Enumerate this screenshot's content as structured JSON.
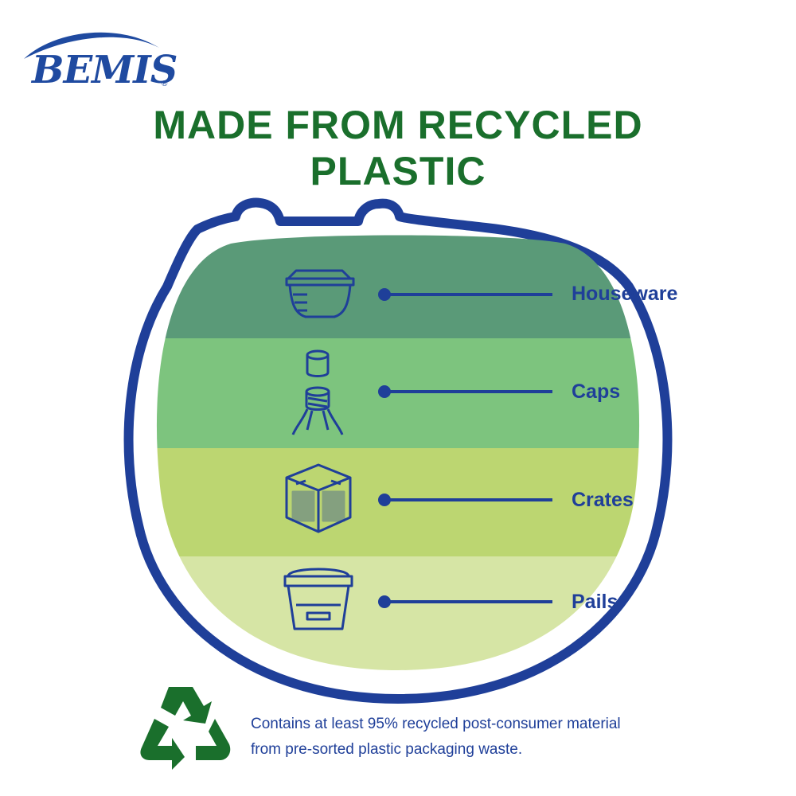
{
  "brand": {
    "name": "BEMIS",
    "trademark": "®",
    "color": "#1f4aa0"
  },
  "title": {
    "line1": "MADE FROM RECYCLED",
    "line2": "PLASTIC",
    "color": "#1a6f2c"
  },
  "layers": [
    {
      "label": "Houseware",
      "icon": "houseware-container-icon",
      "color": "#5a9a78"
    },
    {
      "label": "Caps",
      "icon": "bottle-cap-icon",
      "color": "#7dc47e"
    },
    {
      "label": "Crates",
      "icon": "crate-icon",
      "color": "#bcd671"
    },
    {
      "label": "Pails",
      "icon": "pail-icon",
      "color": "#d6e5a5"
    }
  ],
  "footer": {
    "line1": "Contains at least 95% recycled post-consumer material",
    "line2": "from pre-sorted plastic packaging waste.",
    "icon": "recycle-icon",
    "icon_color": "#1a6f2c"
  },
  "outline_color": "#1f3f99"
}
